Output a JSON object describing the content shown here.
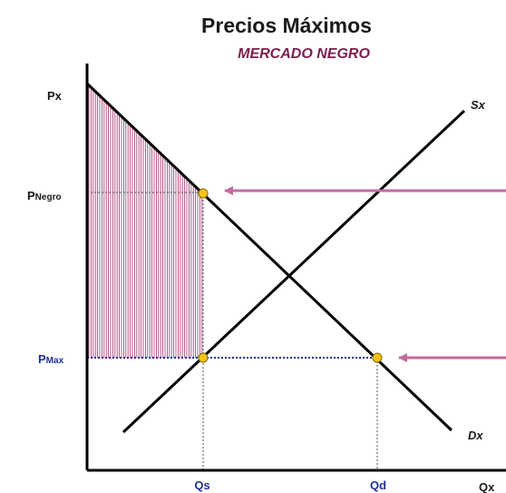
{
  "title": "Precios Máximos",
  "subtitle": "MERCADO NEGRO",
  "labels": {
    "price_axis": "Px",
    "quantity_axis": "Qx",
    "supply": "Sx",
    "demand": "Dx",
    "p_negro_main": "P",
    "p_negro_sub": "Negro",
    "p_max_main": "P",
    "p_max_sub": "Max",
    "qs": "Qs",
    "qd": "Qd"
  },
  "colors": {
    "curve": "#000000",
    "hatch": "#a3336f",
    "arrow": "#c36a9d",
    "price_ceiling_line": "#1f2f9a",
    "point_fill": "#f7c318",
    "point_stroke": "#8a6a00",
    "guide": "#555555"
  }
}
